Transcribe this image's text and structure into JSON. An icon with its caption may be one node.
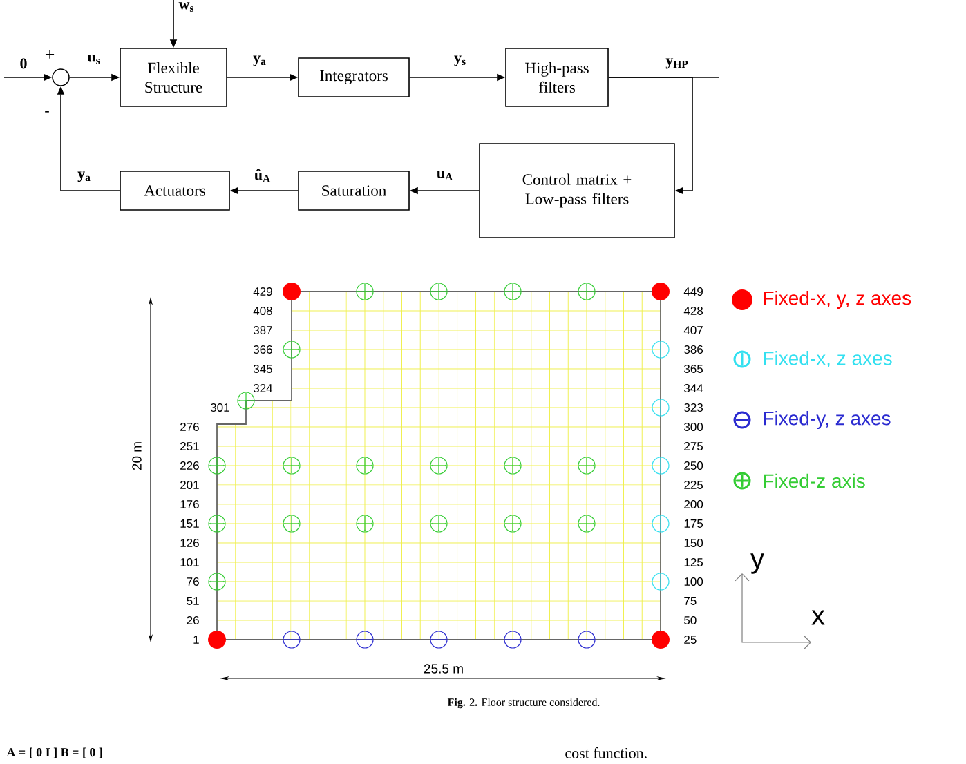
{
  "diagram": {
    "caption": "**Fig. 2.** Floor structure considered.",
    "nodes": [
      {
        "text": [],
        "shape": "circle"
      },
      {
        "text": [
          "Flexible Structure"
        ]
      },
      {
        "text": [
          "Integrators"
        ]
      },
      {
        "text": [
          "High-pass filters"
        ]
      },
      {
        "text": [
          "Control matrix + Low-pass filters"
        ]
      },
      {
        "text": [
          "Saturation"
        ]
      },
      {
        "text": [
          "Actuators"
        ]
      }
    ],
    "edges": [
      {
        "from": null,
        "to": 0,
        "arrow": "to",
        "label": "0"
      },
      {
        "from": 0,
        "to": 1,
        "arrow": "to",
        "label": "u$_{s}$"
      },
      {
        "from": null,
        "to": 1,
        "arrow": "to",
        "label": "w$_{s}$"
      },
      {
        "from": 1,
        "to": 2,
        "arrow": "to",
        "label": "y$_{a}$"
      },
      {
        "from": 2,
        "to": 3,
        "arrow": "to",
        "label": "y$_{s}$"
      },
      {
        "from": 3,
        "to": null,
        "arrow": "none",
        "label": "y$_{HP}$"
      },
      {
        "from": 3,
        "to": 4,
        "arrow": "to"
      },
      {
        "from": 4,
        "to": 5,
        "arrow": "to",
        "label": "u$_{A}$"
      },
      {
        "from": 5,
        "to": 6,
        "arrow": "to",
        "label": "û$_{A}$"
      },
      {
        "from": 6,
        "to": 0,
        "arrow": "to",
        "label": "y$_{a}$"
      }
    ],
    "labels": [
      "+",
      "-",
      "429",
      "408",
      "387",
      "366",
      "345",
      "324",
      "301",
      "276",
      "251",
      "226",
      "201",
      "176",
      "151",
      "126",
      "101",
      "76",
      "51",
      "26",
      "1",
      "449",
      "428",
      "407",
      "386",
      "365",
      "344",
      "323",
      "300",
      "275",
      "250",
      "225",
      "200",
      "175",
      "150",
      "125",
      "100",
      "75",
      "50",
      "25",
      "20 m",
      "25.5 m",
      "y",
      "x",
      "A = [ 0 I ] B = [ 0 ]",
      "cost function."
    ],
    "legend": [
      {
        "text": "Fixed-x, y, z axes",
        "color": "#ff0000"
      },
      {
        "text": "Fixed-x, z axes",
        "color": "#33e0f0"
      },
      {
        "text": "Fixed-y, z axes",
        "color": "#2a2ad0"
      },
      {
        "text": "Fixed-z axis",
        "color": "#33cc33"
      }
    ]
  }
}
